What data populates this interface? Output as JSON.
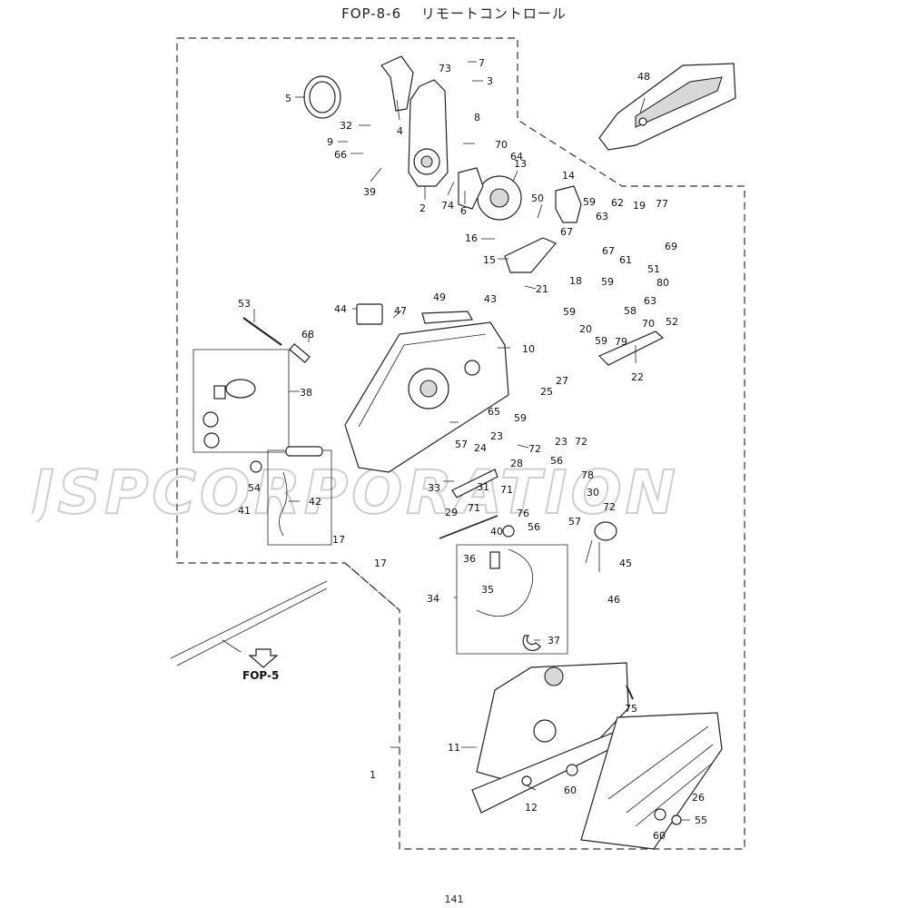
{
  "header": {
    "title": "FOP-8-6　 リモートコントロール"
  },
  "footer": {
    "page_number": "141"
  },
  "watermark": {
    "text": "JSPCORPORATION"
  },
  "ref": {
    "fop5": "FOP-5"
  },
  "callouts": [
    {
      "id": "1",
      "label": "1"
    },
    {
      "id": "2",
      "label": "2"
    },
    {
      "id": "3",
      "label": "3"
    },
    {
      "id": "4",
      "label": "4"
    },
    {
      "id": "5",
      "label": "5"
    },
    {
      "id": "6",
      "label": "6"
    },
    {
      "id": "7",
      "label": "7"
    },
    {
      "id": "8",
      "label": "8"
    },
    {
      "id": "9",
      "label": "9"
    },
    {
      "id": "10",
      "label": "10"
    },
    {
      "id": "11",
      "label": "11"
    },
    {
      "id": "12",
      "label": "12"
    },
    {
      "id": "13",
      "label": "13"
    },
    {
      "id": "14",
      "label": "14"
    },
    {
      "id": "15",
      "label": "15"
    },
    {
      "id": "16",
      "label": "16"
    },
    {
      "id": "17a",
      "label": "17"
    },
    {
      "id": "17b",
      "label": "17"
    },
    {
      "id": "18",
      "label": "18"
    },
    {
      "id": "19",
      "label": "19"
    },
    {
      "id": "20",
      "label": "20"
    },
    {
      "id": "21",
      "label": "21"
    },
    {
      "id": "22",
      "label": "22"
    },
    {
      "id": "23a",
      "label": "23"
    },
    {
      "id": "23b",
      "label": "23"
    },
    {
      "id": "24",
      "label": "24"
    },
    {
      "id": "25",
      "label": "25"
    },
    {
      "id": "26",
      "label": "26"
    },
    {
      "id": "27",
      "label": "27"
    },
    {
      "id": "28",
      "label": "28"
    },
    {
      "id": "29",
      "label": "29"
    },
    {
      "id": "30",
      "label": "30"
    },
    {
      "id": "31",
      "label": "31"
    },
    {
      "id": "32",
      "label": "32"
    },
    {
      "id": "33",
      "label": "33"
    },
    {
      "id": "34",
      "label": "34"
    },
    {
      "id": "35",
      "label": "35"
    },
    {
      "id": "36",
      "label": "36"
    },
    {
      "id": "37",
      "label": "37"
    },
    {
      "id": "38",
      "label": "38"
    },
    {
      "id": "39",
      "label": "39"
    },
    {
      "id": "40",
      "label": "40"
    },
    {
      "id": "41",
      "label": "41"
    },
    {
      "id": "42",
      "label": "42"
    },
    {
      "id": "43",
      "label": "43"
    },
    {
      "id": "44",
      "label": "44"
    },
    {
      "id": "45",
      "label": "45"
    },
    {
      "id": "46",
      "label": "46"
    },
    {
      "id": "47",
      "label": "47"
    },
    {
      "id": "48",
      "label": "48"
    },
    {
      "id": "49",
      "label": "49"
    },
    {
      "id": "50",
      "label": "50"
    },
    {
      "id": "51",
      "label": "51"
    },
    {
      "id": "52",
      "label": "52"
    },
    {
      "id": "53",
      "label": "53"
    },
    {
      "id": "54",
      "label": "54"
    },
    {
      "id": "55",
      "label": "55"
    },
    {
      "id": "56a",
      "label": "56"
    },
    {
      "id": "56b",
      "label": "56"
    },
    {
      "id": "57a",
      "label": "57"
    },
    {
      "id": "57b",
      "label": "57"
    },
    {
      "id": "58",
      "label": "58"
    },
    {
      "id": "59a",
      "label": "59"
    },
    {
      "id": "59b",
      "label": "59"
    },
    {
      "id": "59c",
      "label": "59"
    },
    {
      "id": "59d",
      "label": "59"
    },
    {
      "id": "59e",
      "label": "59"
    },
    {
      "id": "60a",
      "label": "60"
    },
    {
      "id": "60b",
      "label": "60"
    },
    {
      "id": "61",
      "label": "61"
    },
    {
      "id": "62",
      "label": "62"
    },
    {
      "id": "63a",
      "label": "63"
    },
    {
      "id": "63b",
      "label": "63"
    },
    {
      "id": "64",
      "label": "64"
    },
    {
      "id": "65",
      "label": "65"
    },
    {
      "id": "66",
      "label": "66"
    },
    {
      "id": "67a",
      "label": "67"
    },
    {
      "id": "67b",
      "label": "67"
    },
    {
      "id": "68",
      "label": "68"
    },
    {
      "id": "69",
      "label": "69"
    },
    {
      "id": "70a",
      "label": "70"
    },
    {
      "id": "70b",
      "label": "70"
    },
    {
      "id": "71a",
      "label": "71"
    },
    {
      "id": "71b",
      "label": "71"
    },
    {
      "id": "72a",
      "label": "72"
    },
    {
      "id": "72b",
      "label": "72"
    },
    {
      "id": "72c",
      "label": "72"
    },
    {
      "id": "73",
      "label": "73"
    },
    {
      "id": "74",
      "label": "74"
    },
    {
      "id": "75",
      "label": "75"
    },
    {
      "id": "76",
      "label": "76"
    },
    {
      "id": "77",
      "label": "77"
    },
    {
      "id": "78",
      "label": "78"
    },
    {
      "id": "79",
      "label": "79"
    },
    {
      "id": "80",
      "label": "80"
    }
  ]
}
